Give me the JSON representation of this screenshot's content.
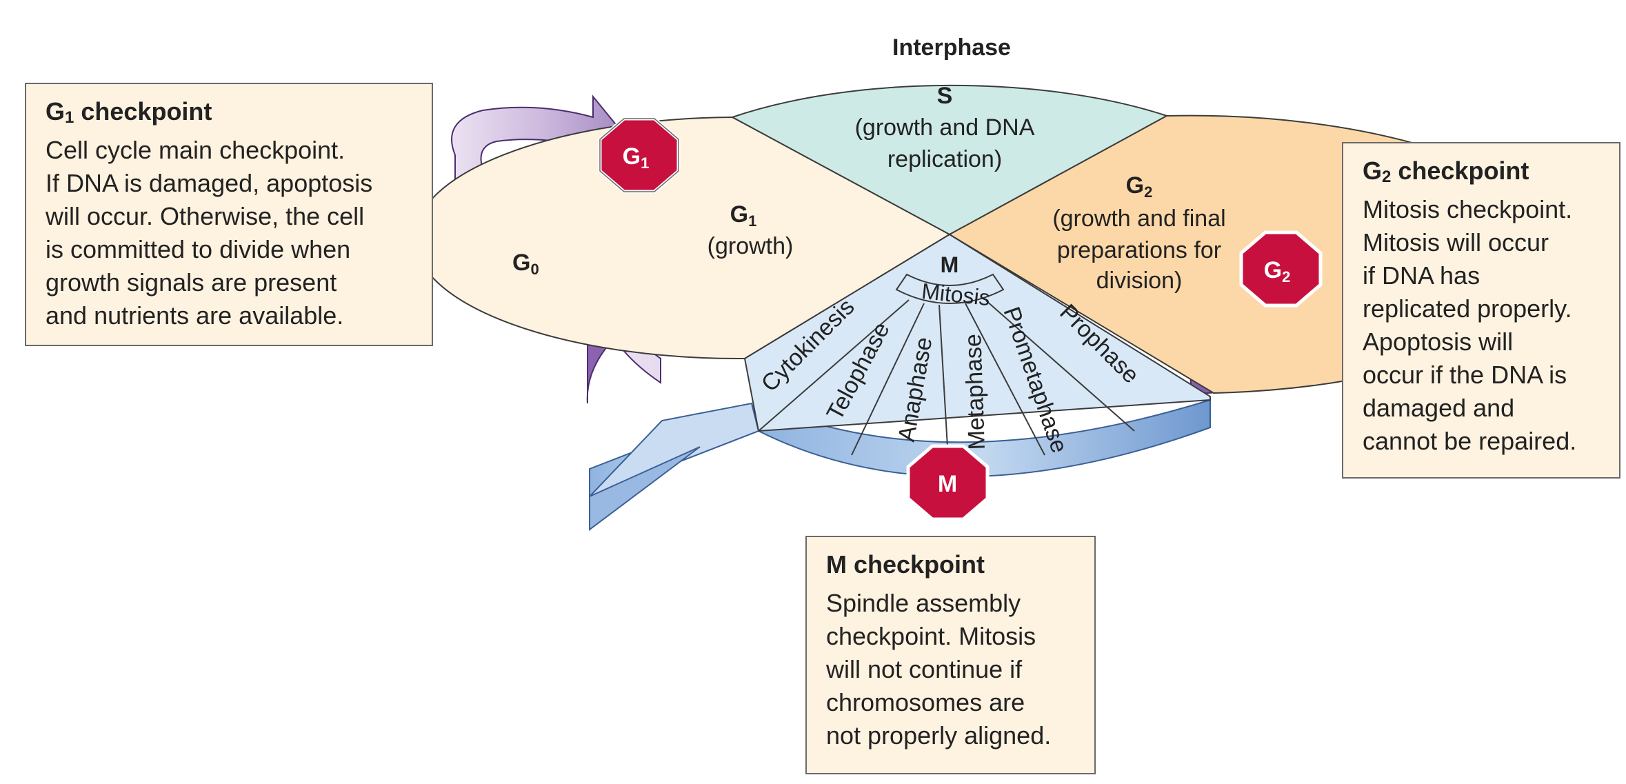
{
  "cycle": {
    "interphase": "Interphase",
    "g0": {
      "main": "G",
      "sub": "0"
    },
    "s": {
      "title": "S",
      "lines": [
        "(growth and DNA",
        "replication)"
      ]
    },
    "g1": {
      "title_main": "G",
      "title_sub": "1",
      "lines": [
        "(growth)"
      ]
    },
    "g2": {
      "title_main": "G",
      "title_sub": "2",
      "lines": [
        "(growth and final",
        "preparations for",
        "division)"
      ]
    },
    "m": {
      "title": "M",
      "mitosis": "Mitosis"
    },
    "phases": [
      "Cytokinesis",
      "Telophase",
      "Anaphase",
      "Metaphase",
      "Prometaphase",
      "Prophase"
    ]
  },
  "stop_signs": {
    "g1": {
      "main": "G",
      "sub": "1"
    },
    "g2": {
      "main": "G",
      "sub": "2"
    },
    "m": {
      "main": "M",
      "sub": ""
    }
  },
  "colors": {
    "s_sector": "#cdeae6",
    "g1_sector": "#fef2e0",
    "g2_sector": "#fcd8a8",
    "m_sector": "#d8e8f6",
    "interphase_arrow": "#b9a2cf",
    "m_arrow": "#a9c7ea",
    "stop_sign": "#c8103e",
    "box_fill": "#fef2e0"
  },
  "boxes": {
    "g1": {
      "title_main": "G",
      "title_sub": "1",
      "title_rest": " checkpoint",
      "lines": [
        "Cell cycle main checkpoint.",
        "If DNA is damaged, apoptosis",
        "will occur. Otherwise, the cell",
        "is committed to divide when",
        "growth signals are present",
        "and nutrients are available."
      ]
    },
    "g2": {
      "title_main": "G",
      "title_sub": "2",
      "title_rest": " checkpoint",
      "lines": [
        "Mitosis checkpoint.",
        "Mitosis will occur",
        "if DNA has",
        "replicated properly.",
        "Apoptosis will",
        "occur if the DNA is",
        "damaged and",
        "cannot be repaired."
      ]
    },
    "m": {
      "title_main": "M checkpoint",
      "title_sub": "",
      "title_rest": "",
      "lines": [
        "Spindle assembly",
        "checkpoint. Mitosis",
        "will not continue if",
        "chromosomes are",
        "not properly aligned."
      ]
    }
  }
}
